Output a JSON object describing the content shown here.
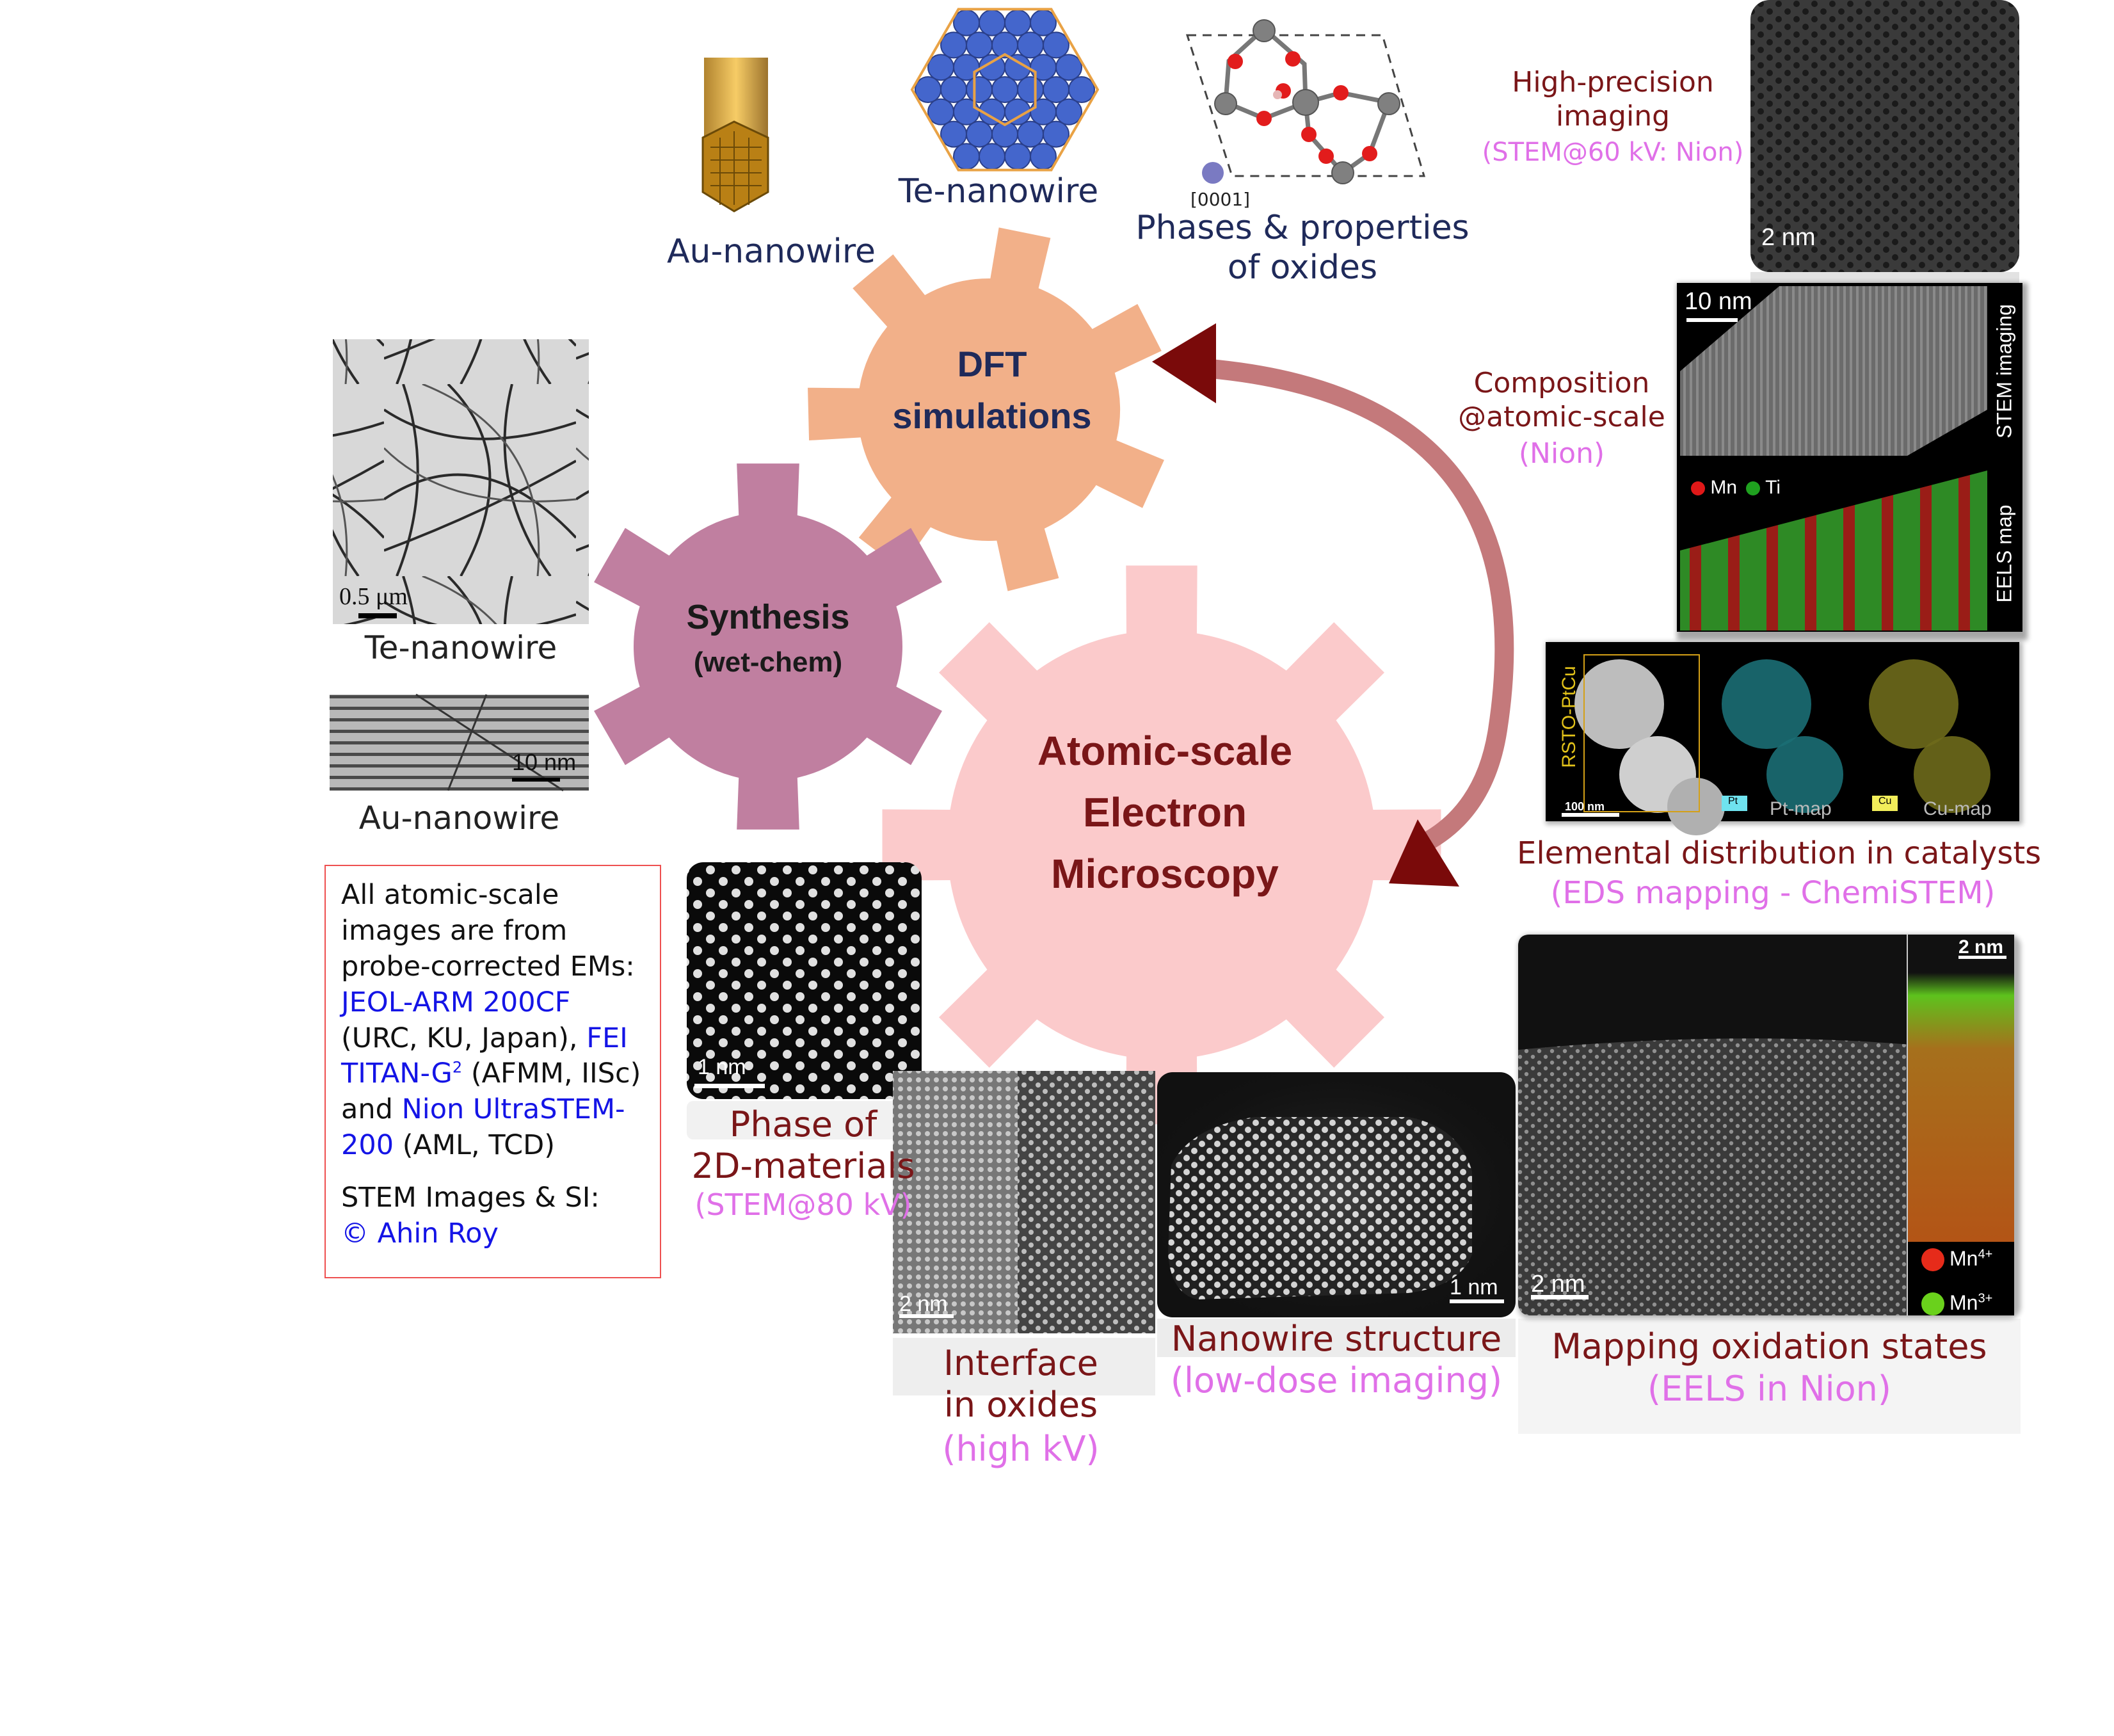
{
  "gears": {
    "dft": "DFT\nsimulations",
    "synthesis_title": "Synthesis",
    "synthesis_sub": "(wet-chem)",
    "em": "Atomic-scale\nElectron\nMicroscopy"
  },
  "top_labels": {
    "au": "Au-nanowire",
    "te": "Te-nanowire",
    "oxides": "Phases & properties\nof oxides",
    "direction": "[0001]"
  },
  "left_labels": {
    "te": "Te-nanowire",
    "au": "Au-nanowire",
    "te_scale": "0.5 μm",
    "au_scale": "10 nm"
  },
  "infobox": {
    "line1": "All atomic-scale",
    "line2": "images are from",
    "line3": "probe-corrected EMs:",
    "jeol": "JEOL-ARM 200CF",
    "urc": "(URC, KU, Japan),",
    "fei": "FEI",
    "titan": "TITAN-G",
    "titan_sup": "2",
    "afmm": "(AFMM, IISc)",
    "and": "and",
    "nion": "Nion UltraSTEM-",
    "nion2": "200",
    "aml": "(AML, TCD)",
    "stem": "STEM Images & SI:",
    "copyright": "© Ahin Roy"
  },
  "right_labels": {
    "hp_title": "High-precision\nimaging",
    "hp_sub": "(STEM@60 kV: Nion)",
    "hp_scale": "2 nm",
    "comp_title": "Composition\n@atomic-scale",
    "comp_sub": "(Nion)",
    "comp_scale": "10 nm",
    "stem_imaging": "STEM imaging",
    "eels_map": "EELS map",
    "mn": "Mn",
    "ti": "Ti",
    "eds_sample": "RSTO-PtCu",
    "eds_scale": "100 nm",
    "pt": "Pt",
    "pt_map": "Pt-map",
    "cu": "Cu",
    "cu_map": "Cu-map",
    "eds_title": "Elemental distribution in catalysts",
    "eds_sub": "(EDS mapping - ChemiSTEM)"
  },
  "bottom_labels": {
    "phase_title": "Phase of\n2D-materials",
    "phase_sub": "(STEM@80 kV)",
    "phase_scale": "1 nm",
    "interface_title": "Interface\nin oxides",
    "interface_sub": "(high kV)",
    "interface_scale": "2 nm",
    "nw_title": "Nanowire structure",
    "nw_sub": "(low-dose imaging)",
    "nw_scale": "1 nm",
    "ox_title": "Mapping oxidation states",
    "ox_sub": "(EELS in Nion)",
    "ox_scale1": "2 nm",
    "ox_scale2": "2 nm",
    "mn4": "Mn",
    "mn4_sup": "4+",
    "mn3": "Mn",
    "mn3_sup": "3+"
  },
  "colors": {
    "gear_dft": "#f2b089",
    "gear_synthesis": "#c07fa0",
    "gear_em": "#fbcacb",
    "arrow_body": "#c4797b",
    "arrow_head": "#7a0a0a"
  }
}
